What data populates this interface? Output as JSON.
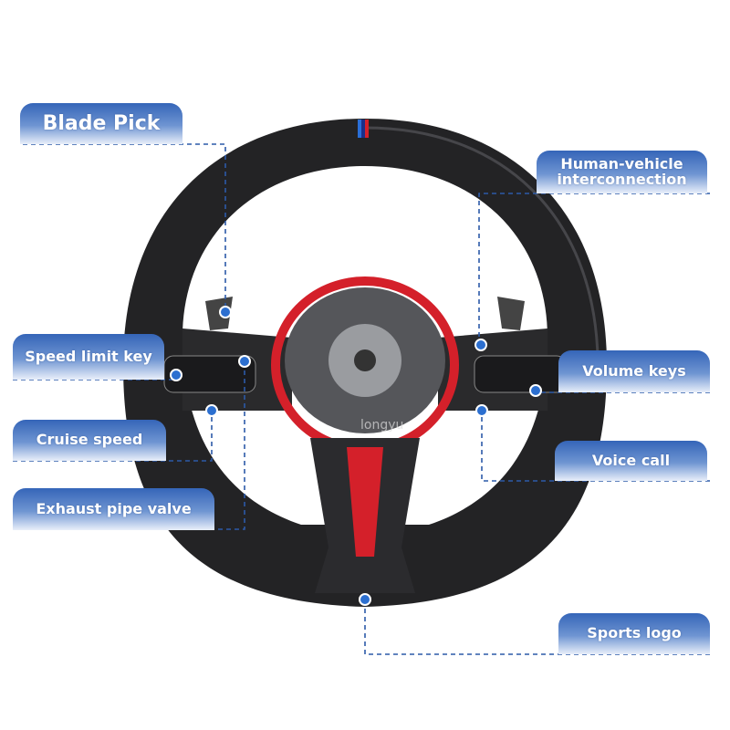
{
  "labels": {
    "blade_pick": "Blade Pick",
    "human_vehicle_1": "Human-vehicle",
    "human_vehicle_2": "interconnection",
    "speed_limit_key": "Speed limit key",
    "cruise_speed": "Cruise speed",
    "exhaust_pipe_valve": "Exhaust pipe valve",
    "volume_keys": "Volume keys",
    "voice_call": "Voice call",
    "sports_logo": "Sports logo"
  },
  "watermark": "longyu",
  "colors": {
    "label_blue": "#3565b8",
    "leader": "#2c5aa8",
    "trim_red": "#d4202a"
  }
}
